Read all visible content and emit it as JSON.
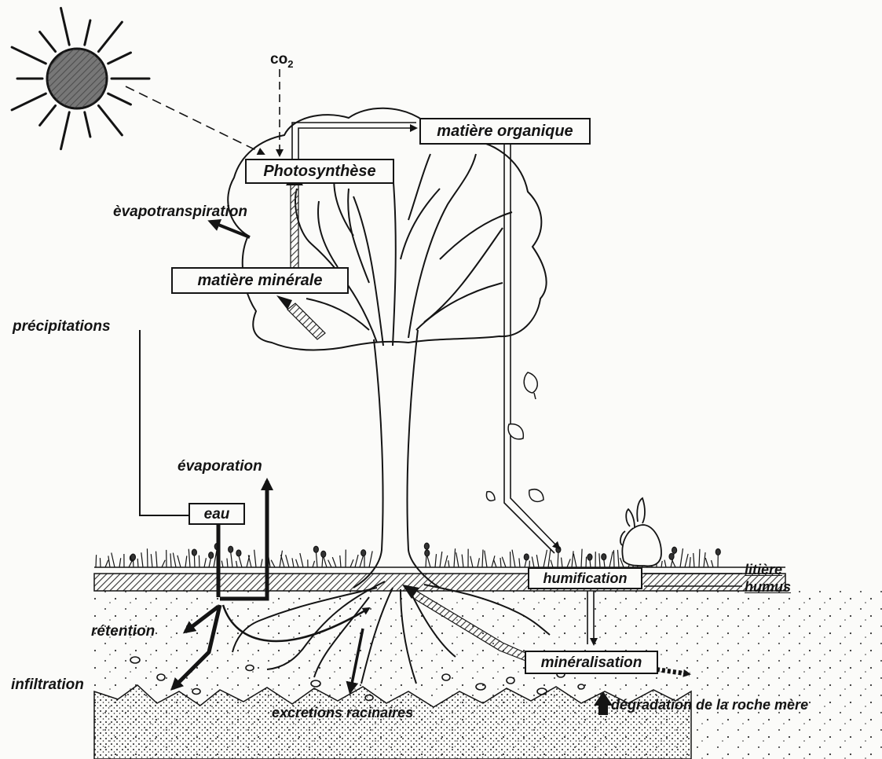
{
  "labels": {
    "co2": "co",
    "co2_sub": "2",
    "photosynthese": "Photosynthèse",
    "matiere_organique": "matière organique",
    "evapotranspiration": "èvapotranspiration",
    "matiere_minerale": "matière minérale",
    "precipitations": "précipitations",
    "evaporation": "évaporation",
    "eau": "eau",
    "retention": "rétention",
    "infiltration": "infiltration",
    "excretions": "excretions racinaires",
    "humification": "humification",
    "litiere": "litière",
    "humus": "humus",
    "mineralisation": "minéralisation",
    "degradation": "dégradation de la roche mère"
  },
  "colors": {
    "ink": "#141414",
    "paper": "#fbfbf9",
    "hatch": "#333333"
  },
  "icons": [
    "sun-icon",
    "tree-icon",
    "rabbit-icon",
    "leaf-icon"
  ]
}
